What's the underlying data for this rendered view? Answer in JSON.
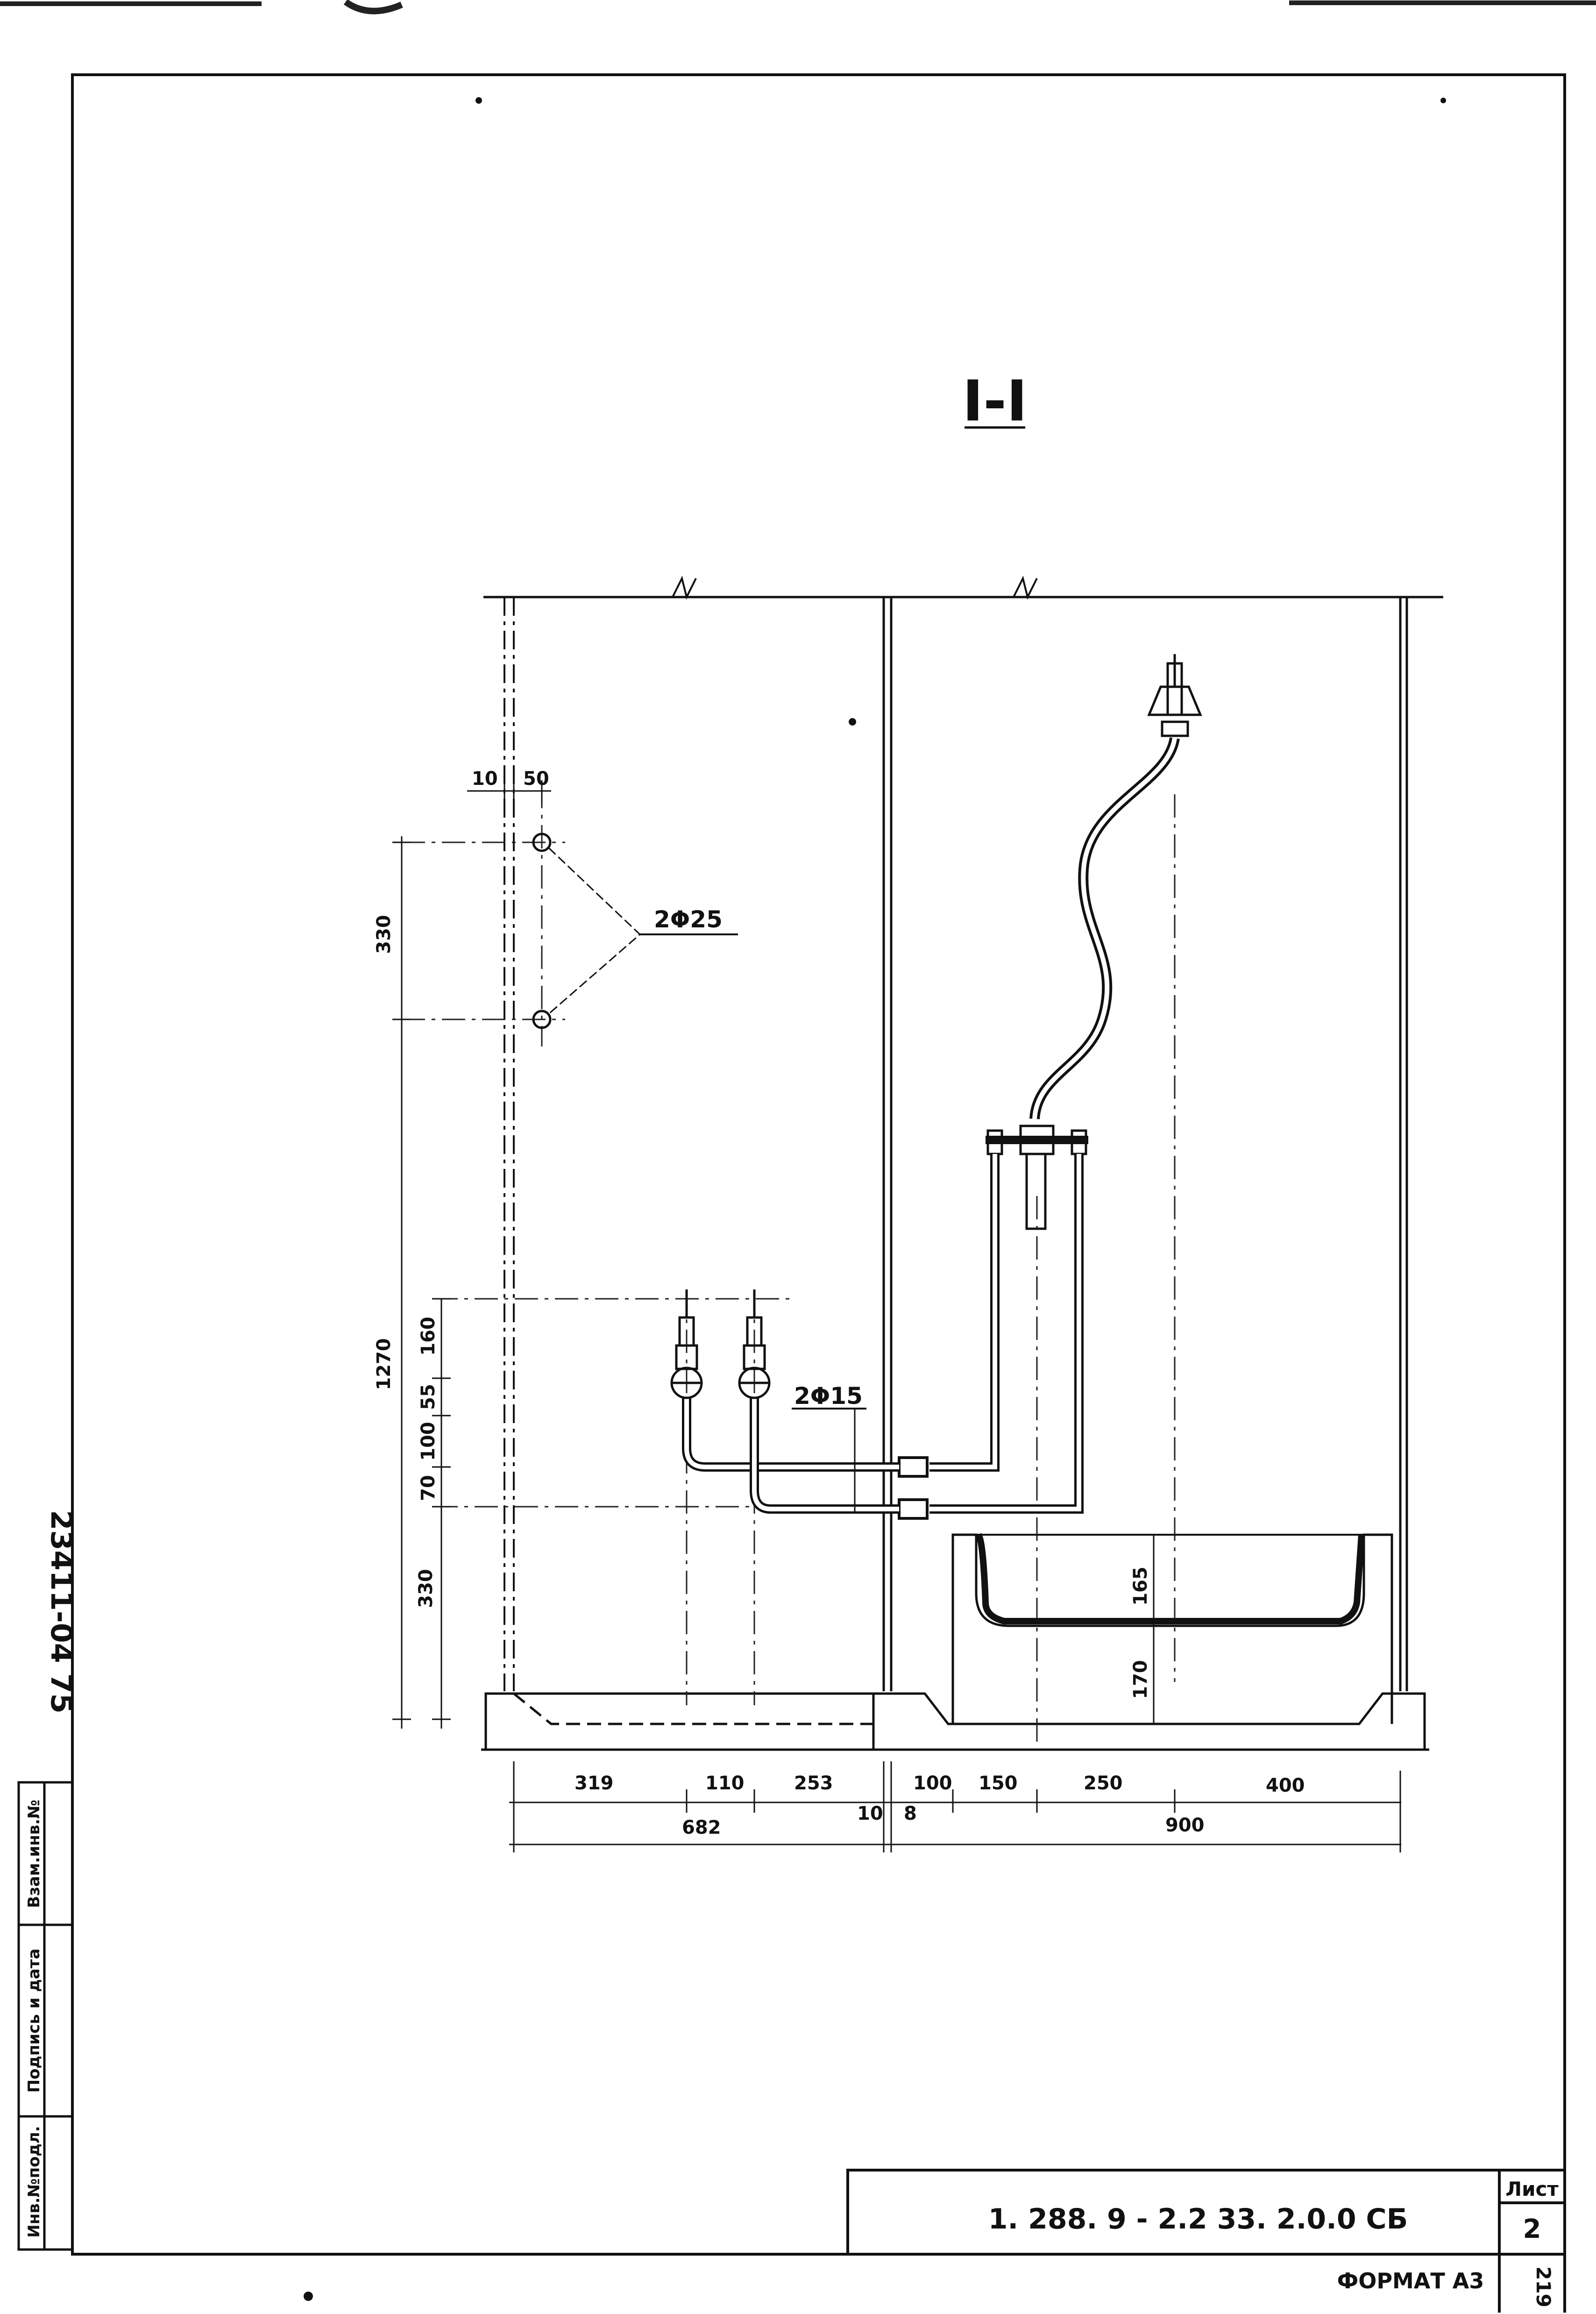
{
  "section_title": "I-I",
  "labels": {
    "holes": "2Φ25",
    "pipes": "2Φ15"
  },
  "dims_top": {
    "d10": "10",
    "d50": "50"
  },
  "dims_left": {
    "d330_top": "330",
    "d1270": "1270",
    "d160": "160",
    "d55": "55",
    "d100": "100",
    "d70": "70",
    "d330_bottom": "330"
  },
  "dims_tray": {
    "d165": "165",
    "d170": "170"
  },
  "dims_bottom": {
    "d319": "319",
    "d110": "110",
    "d253": "253",
    "d10": "10",
    "d100": "100",
    "d8": "8",
    "d150": "150",
    "d250": "250",
    "d400": "400",
    "d682": "682",
    "d900": "900"
  },
  "side_stamp": {
    "inv_no_original": "Инв.№подл.",
    "signature_date": "Подпись и дата",
    "replace_inv_no": "Взам.инв.№"
  },
  "handwritten_number": "23411-04   75",
  "title_block": {
    "designation": "1. 288. 9 - 2.2   33. 2.0.0 СБ",
    "sheet_label": "Лист",
    "sheet_number": "2",
    "format": "ФОРМАТ  А3",
    "page_mark": "219"
  }
}
